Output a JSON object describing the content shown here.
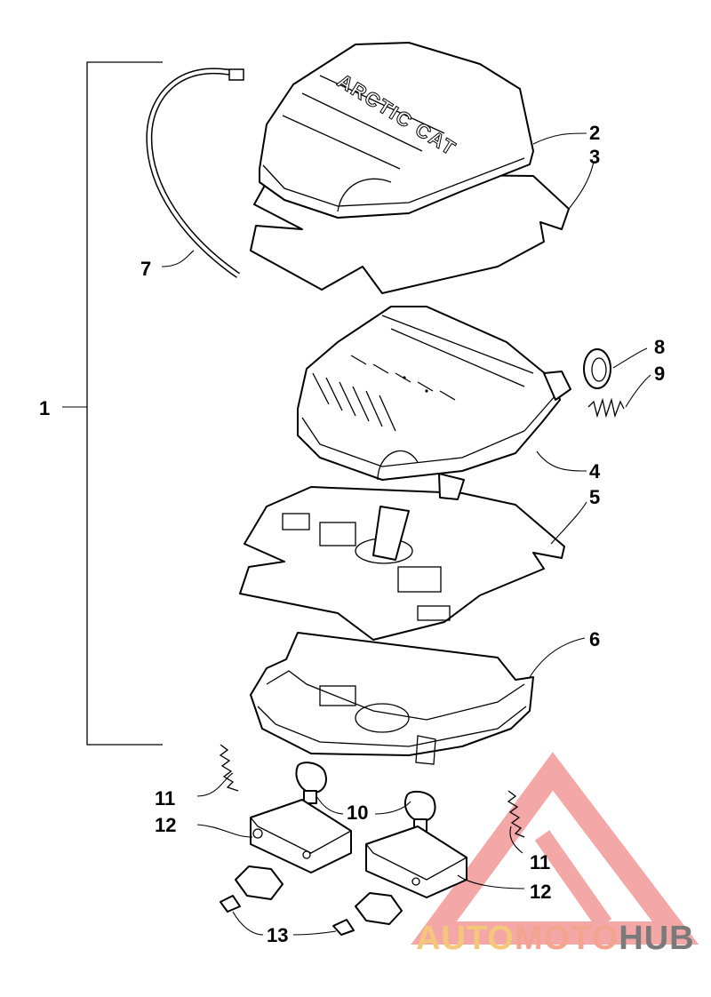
{
  "diagram": {
    "brand_text": "ARCTIC CAT",
    "callouts": [
      {
        "id": "1",
        "label": "1"
      },
      {
        "id": "2",
        "label": "2"
      },
      {
        "id": "3",
        "label": "3"
      },
      {
        "id": "4",
        "label": "4"
      },
      {
        "id": "5",
        "label": "5"
      },
      {
        "id": "6",
        "label": "6"
      },
      {
        "id": "7",
        "label": "7"
      },
      {
        "id": "8",
        "label": "8"
      },
      {
        "id": "9",
        "label": "9"
      },
      {
        "id": "10",
        "label": "10"
      },
      {
        "id": "11a",
        "label": "11"
      },
      {
        "id": "11b",
        "label": "11"
      },
      {
        "id": "12a",
        "label": "12"
      },
      {
        "id": "12b",
        "label": "12"
      },
      {
        "id": "13",
        "label": "13"
      }
    ]
  },
  "watermark": {
    "part1": "AUTO",
    "part2": "MOTO",
    "part3": "HUB",
    "colors": {
      "part1": "#f5c77a",
      "part2": "#f3a48e",
      "part3": "#7a7a7a",
      "logo": "#f08a8a"
    }
  }
}
